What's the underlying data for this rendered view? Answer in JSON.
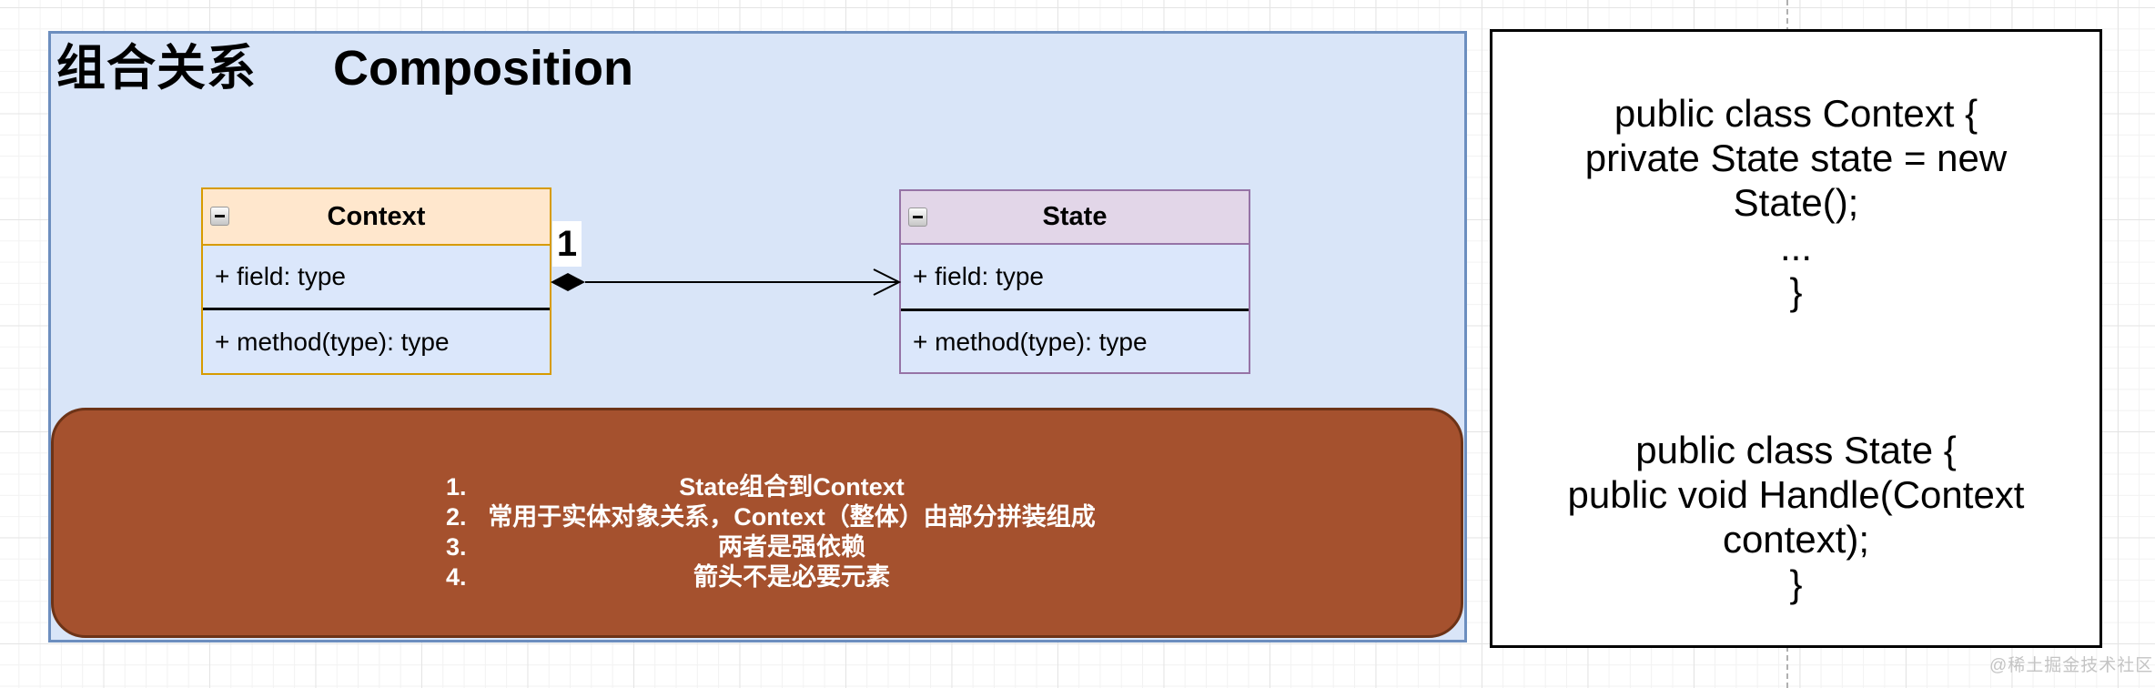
{
  "diagram": {
    "title": {
      "cn": "组合关系",
      "en": "Composition"
    },
    "classes": [
      {
        "name": "Context",
        "field_row": "+ field: type",
        "method_row": "+ method(type): type"
      },
      {
        "name": "State",
        "field_row": "+ field: type",
        "method_row": "+ method(type): type"
      }
    ],
    "relation": {
      "type": "composition",
      "multiplicity": "1"
    },
    "notes": [
      {
        "num": "1.",
        "text": "State组合到Context"
      },
      {
        "num": "2.",
        "text": "常用于实体对象关系，Context（整体）由部分拼装组成"
      },
      {
        "num": "3.",
        "text": "两者是强依赖"
      },
      {
        "num": "4.",
        "text": "箭头不是必要元素"
      }
    ]
  },
  "code_panel": {
    "context_block": [
      "public class Context {",
      "private State state = new",
      "State();",
      "...",
      "}"
    ],
    "state_block": [
      "public class State {",
      "public void Handle(Context",
      "context);",
      "}"
    ]
  },
  "watermark": "@稀土掘金技术社区",
  "colors": {
    "panel_fill": "#D9E5F8",
    "panel_border": "#6C8EBF",
    "context_header_fill": "#FFE7CD",
    "context_border": "#D79B00",
    "state_header_fill": "#E2D6E8",
    "state_border": "#9673A6",
    "class_row_fill": "#DBE7FB",
    "notes_fill": "#A5512E",
    "notes_border": "#6D3317",
    "code_panel_border": "#000000",
    "connector": "#000000",
    "watermark_gray": "#C4C4C4"
  }
}
